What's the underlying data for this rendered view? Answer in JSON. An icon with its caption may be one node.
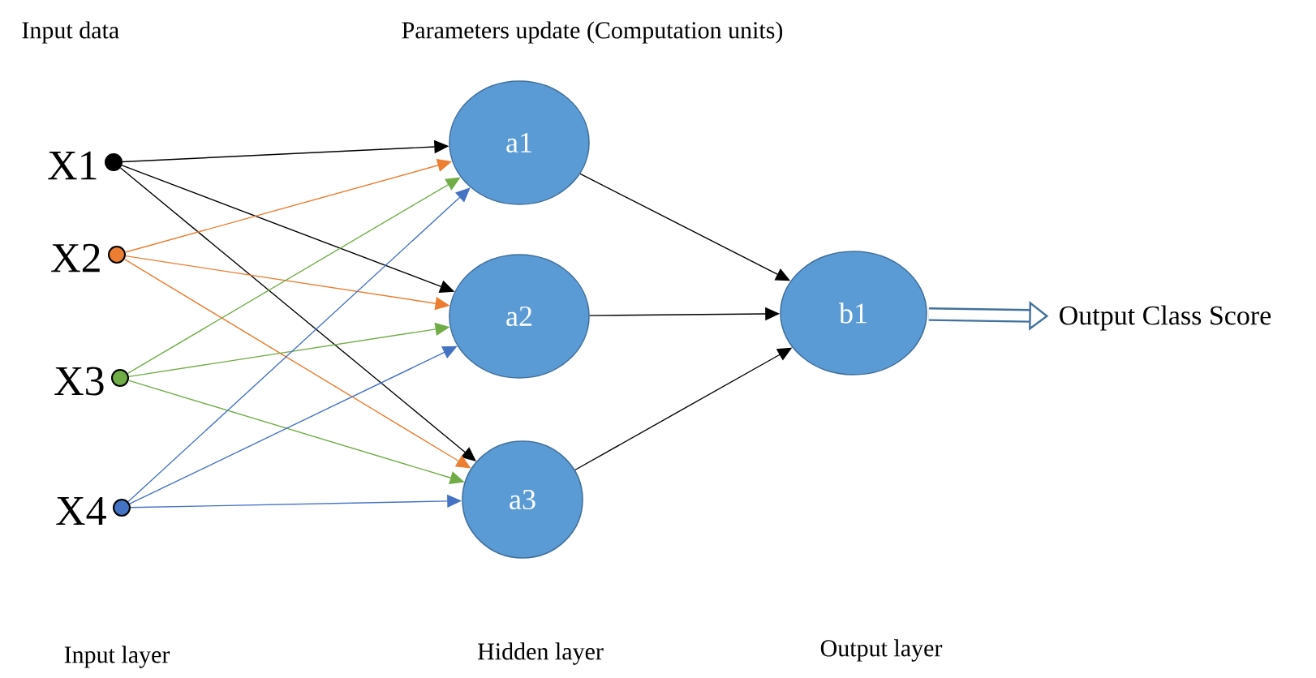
{
  "diagram": {
    "nodes": [
      {
        "text": [],
        "shape": "circle",
        "beside": [
          "X1"
        ]
      },
      {
        "text": [],
        "shape": "circle",
        "beside": [
          "X2"
        ]
      },
      {
        "text": [],
        "shape": "circle",
        "beside": [
          "X3"
        ]
      },
      {
        "text": [],
        "shape": "circle",
        "beside": [
          "X4"
        ]
      },
      {
        "text": [
          "a1"
        ]
      },
      {
        "text": [
          "a2"
        ]
      },
      {
        "text": [
          "a3"
        ]
      },
      {
        "text": [
          "b1"
        ]
      },
      {
        "text": [
          "Output Class Score"
        ]
      }
    ],
    "edges": [
      {
        "from": 0,
        "to": 4,
        "arrow": "to"
      },
      {
        "from": 0,
        "to": 5,
        "arrow": "to"
      },
      {
        "from": 0,
        "to": 6,
        "arrow": "to"
      },
      {
        "from": 1,
        "to": 4,
        "arrow": "to",
        "color": "#ed7d31"
      },
      {
        "from": 1,
        "to": 5,
        "arrow": "to",
        "color": "#ed7d31"
      },
      {
        "from": 1,
        "to": 6,
        "arrow": "to",
        "color": "#ed7d31"
      },
      {
        "from": 2,
        "to": 4,
        "arrow": "to",
        "color": "#70ad47"
      },
      {
        "from": 2,
        "to": 5,
        "arrow": "to",
        "color": "#70ad47"
      },
      {
        "from": 2,
        "to": 6,
        "arrow": "to",
        "color": "#70ad47"
      },
      {
        "from": 3,
        "to": 4,
        "arrow": "to",
        "color": "#4472c4"
      },
      {
        "from": 3,
        "to": 5,
        "arrow": "to",
        "color": "#4472c4"
      },
      {
        "from": 3,
        "to": 6,
        "arrow": "to",
        "color": "#4472c4"
      },
      {
        "from": 4,
        "to": 7,
        "arrow": "to"
      },
      {
        "from": 5,
        "to": 7,
        "arrow": "to"
      },
      {
        "from": 6,
        "to": 7,
        "arrow": "to"
      },
      {
        "from": 7,
        "to": 8,
        "arrow": "to",
        "style": "thick",
        "color": "#41719c"
      }
    ],
    "labels": [
      "Input data",
      "Parameters update (Computation units)",
      "Input layer",
      "Hidden layer",
      "Output layer"
    ]
  }
}
